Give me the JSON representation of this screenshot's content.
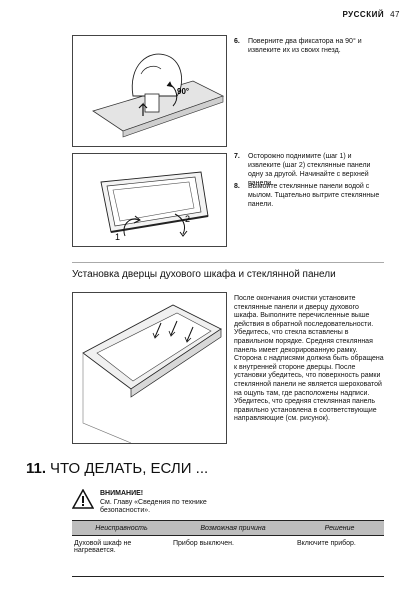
{
  "header": {
    "language": "РУССКИЙ",
    "page": "47"
  },
  "steps": [
    {
      "num": "6.",
      "text": "Поверните два фиксатора на 90° и извлеките их из своих гнезд."
    },
    {
      "num": "7.",
      "text": "Осторожно поднимите (шаг 1) и извлеките (шаг 2) стеклянные панели одну за другой. Начинайте с верхней панели."
    },
    {
      "num": "8.",
      "text": "Вымойте стеклянные панели водой с мылом. Тщательно вытрите стеклянные панели."
    }
  ],
  "figure1": {
    "angle_label": "90°"
  },
  "figure2": {
    "step1": "1",
    "step2": "2"
  },
  "section": {
    "title": "Установка дверцы духового шкафа и стеклянной панели",
    "paragraph": "После окончания очистки установите стеклянные панели и дверцу духового шкафа. Выполните перечисленные выше действия в обратной последовательности. Убедитесь, что стекла вставлены в правильном порядке. Средняя стеклянная панель имеет декорированную рамку. Сторона с надписями должна быть обращена к внутренней стороне дверцы. После установки убедитесь, что поверхность рамки стеклянной панели не является шероховатой на ощупь там, где расположены надписи. Убедитесь, что средняя стеклянная панель правильно установлена в соответствующие направляющие (см. рисунок)."
  },
  "chapter": {
    "number": "11.",
    "title": "ЧТО ДЕЛАТЬ, ЕСЛИ ..."
  },
  "warning": {
    "title": "ВНИМАНИЕ!",
    "text": "См. Главу «Сведения по технике безопасности»."
  },
  "table": {
    "headers": [
      "Неисправность",
      "Возможная причина",
      "Решение"
    ],
    "rows": [
      [
        "Духовой шкаф не нагревается.",
        "Прибор выключен.",
        "Включите прибор."
      ]
    ]
  }
}
